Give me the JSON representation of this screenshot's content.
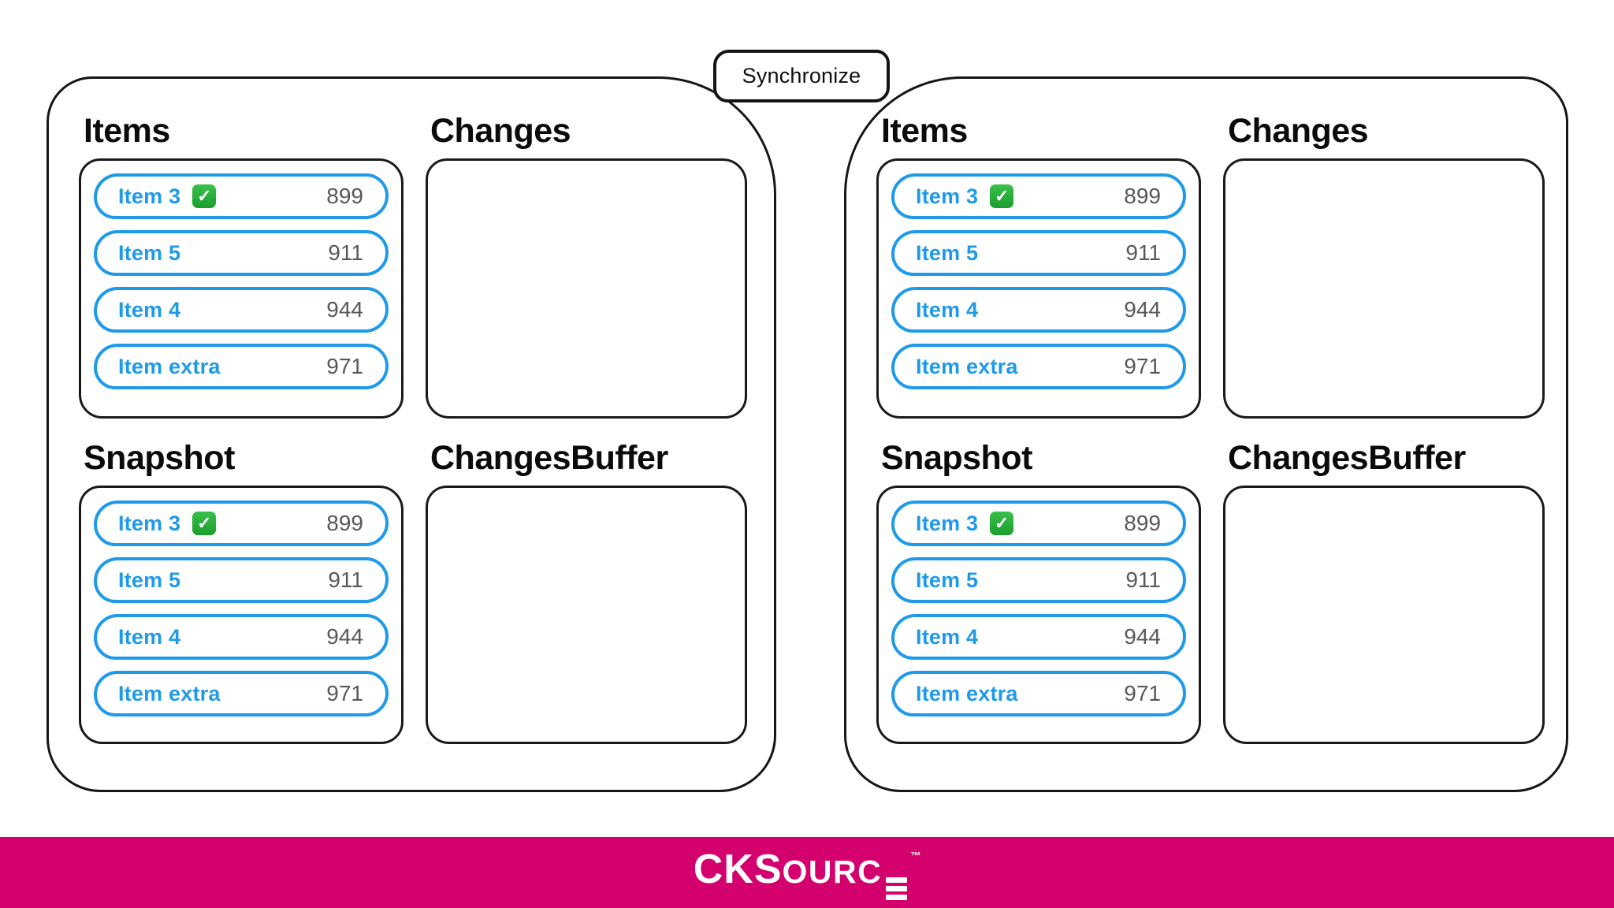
{
  "diagram": {
    "sync_label": "Synchronize"
  },
  "icons": {
    "check_glyph": "✓"
  },
  "colors": {
    "accent_blue": "#1e9ae9",
    "ink_black": "#161616",
    "value_gray": "#58585a",
    "check_green": "#27ae38",
    "brand_pink": "#d4006e"
  },
  "panels": [
    {
      "side": "left",
      "sections": [
        {
          "title": "Items",
          "type": "list",
          "items": [
            {
              "label": "Item 3",
              "checked": true,
              "value": "899"
            },
            {
              "label": "Item 5",
              "checked": false,
              "value": "911"
            },
            {
              "label": "Item 4",
              "checked": false,
              "value": "944"
            },
            {
              "label": "Item extra",
              "checked": false,
              "value": "971"
            }
          ]
        },
        {
          "title": "Changes",
          "type": "empty",
          "items": []
        },
        {
          "title": "Snapshot",
          "type": "list",
          "items": [
            {
              "label": "Item 3",
              "checked": true,
              "value": "899"
            },
            {
              "label": "Item 5",
              "checked": false,
              "value": "911"
            },
            {
              "label": "Item 4",
              "checked": false,
              "value": "944"
            },
            {
              "label": "Item extra",
              "checked": false,
              "value": "971"
            }
          ]
        },
        {
          "title": "ChangesBuffer",
          "type": "empty",
          "items": []
        }
      ]
    },
    {
      "side": "right",
      "sections": [
        {
          "title": "Items",
          "type": "list",
          "items": [
            {
              "label": "Item 3",
              "checked": true,
              "value": "899"
            },
            {
              "label": "Item 5",
              "checked": false,
              "value": "911"
            },
            {
              "label": "Item 4",
              "checked": false,
              "value": "944"
            },
            {
              "label": "Item extra",
              "checked": false,
              "value": "971"
            }
          ]
        },
        {
          "title": "Changes",
          "type": "empty",
          "items": []
        },
        {
          "title": "Snapshot",
          "type": "list",
          "items": [
            {
              "label": "Item 3",
              "checked": true,
              "value": "899"
            },
            {
              "label": "Item 5",
              "checked": false,
              "value": "911"
            },
            {
              "label": "Item 4",
              "checked": false,
              "value": "944"
            },
            {
              "label": "Item extra",
              "checked": false,
              "value": "971"
            }
          ]
        },
        {
          "title": "ChangesBuffer",
          "type": "empty",
          "items": []
        }
      ]
    }
  ],
  "footer": {
    "brand_cks": "CKS",
    "brand_ourc": "OURC",
    "tm": "™"
  }
}
